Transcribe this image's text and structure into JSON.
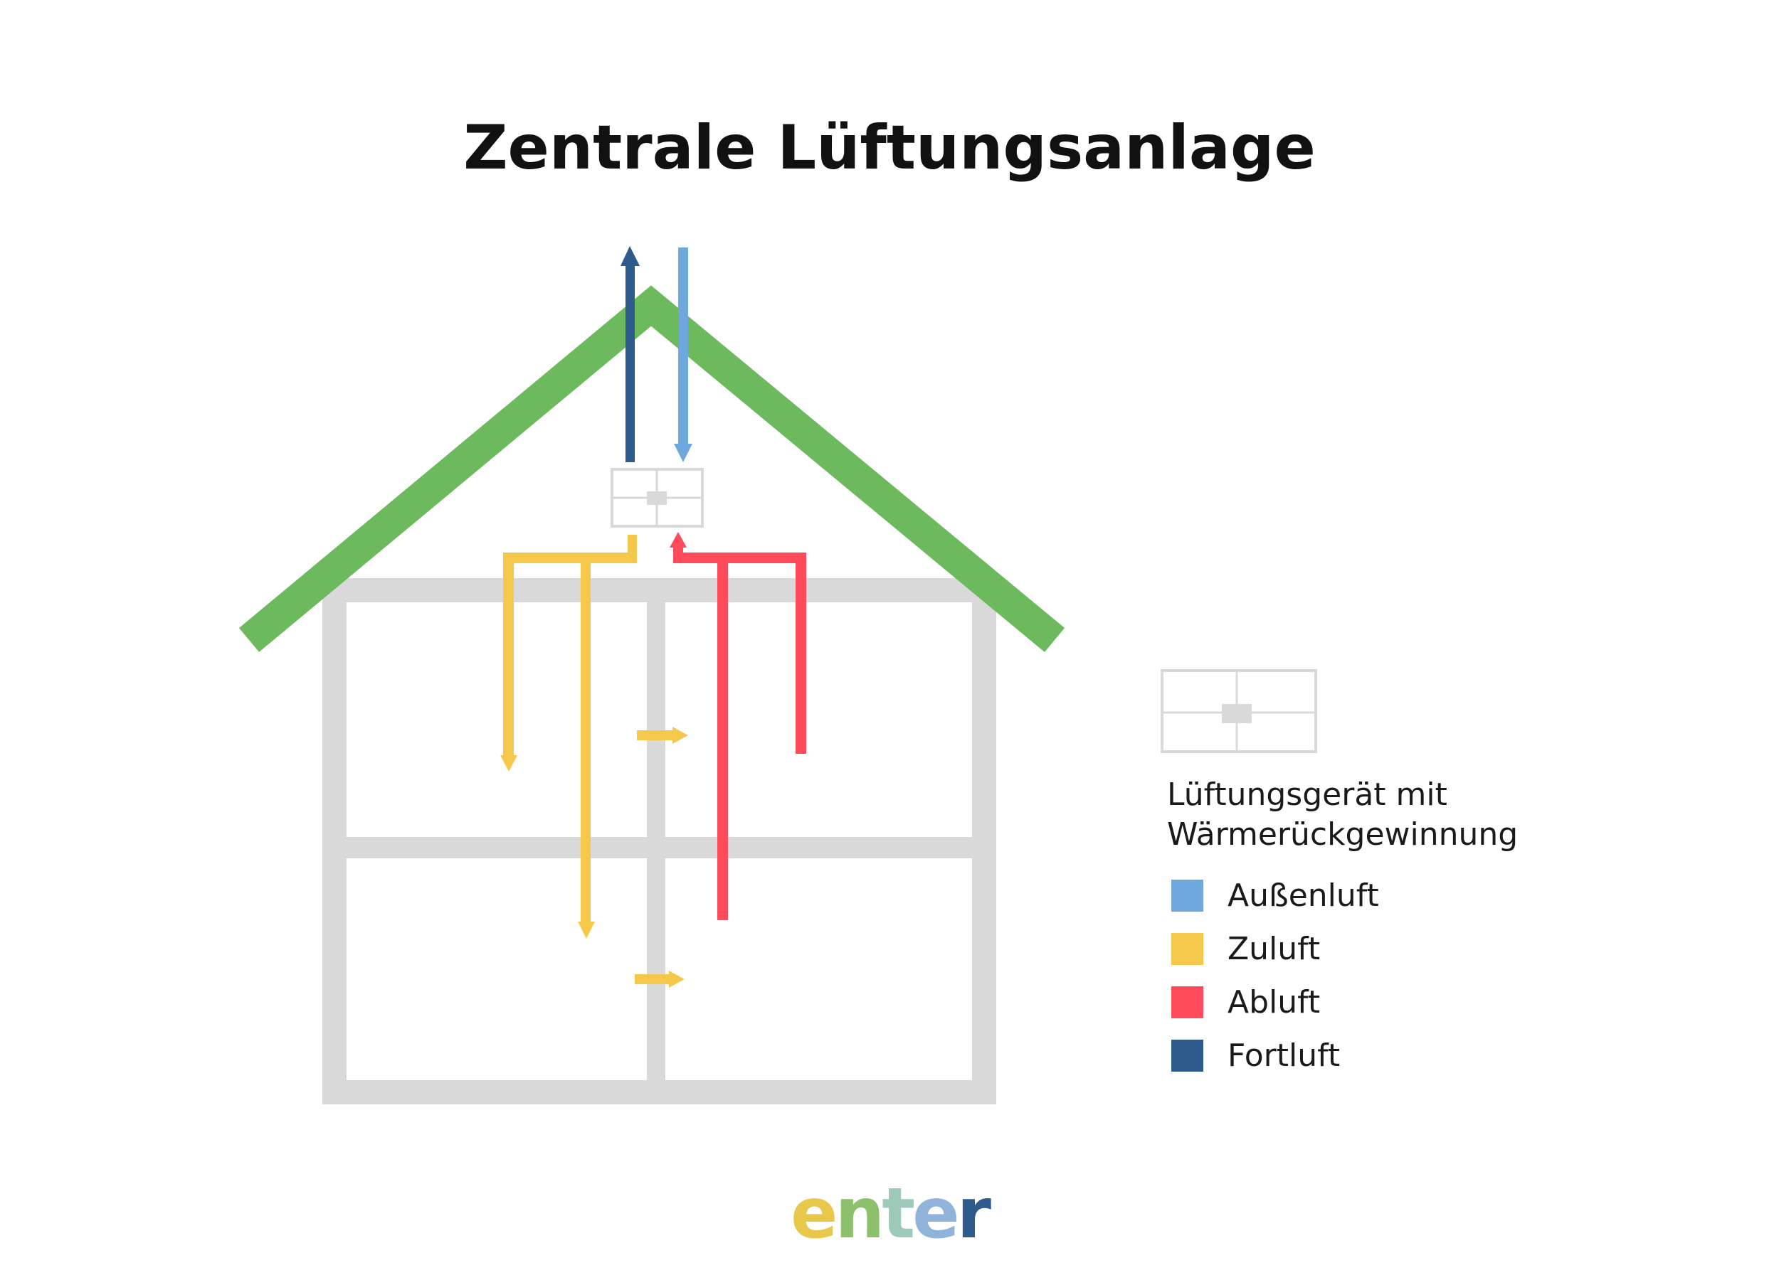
{
  "title": "Zentrale Lüftungsanlage",
  "legend": {
    "device_caption_line1": "Lüftungsgerät mit",
    "device_caption_line2": "Wärmerückgewinnung",
    "items": [
      {
        "label": "Außenluft",
        "color": "#6fa8dc"
      },
      {
        "label": "Zuluft",
        "color": "#f5c84c"
      },
      {
        "label": "Abluft",
        "color": "#ff4b5c"
      },
      {
        "label": "Fortluft",
        "color": "#2f5b8c"
      }
    ]
  },
  "colors": {
    "roof": "#6db95e",
    "walls": "#d9d9d9",
    "outside_air": "#6fa8dc",
    "supply_air": "#f5c84c",
    "extract_air": "#ff4b5c",
    "exhaust_air": "#2f5b8c"
  },
  "logo": {
    "text": "enter",
    "letter_colors": [
      "#e8c84a",
      "#8cc06a",
      "#9cc9b8",
      "#8fb3d9",
      "#2f5b8c"
    ]
  }
}
